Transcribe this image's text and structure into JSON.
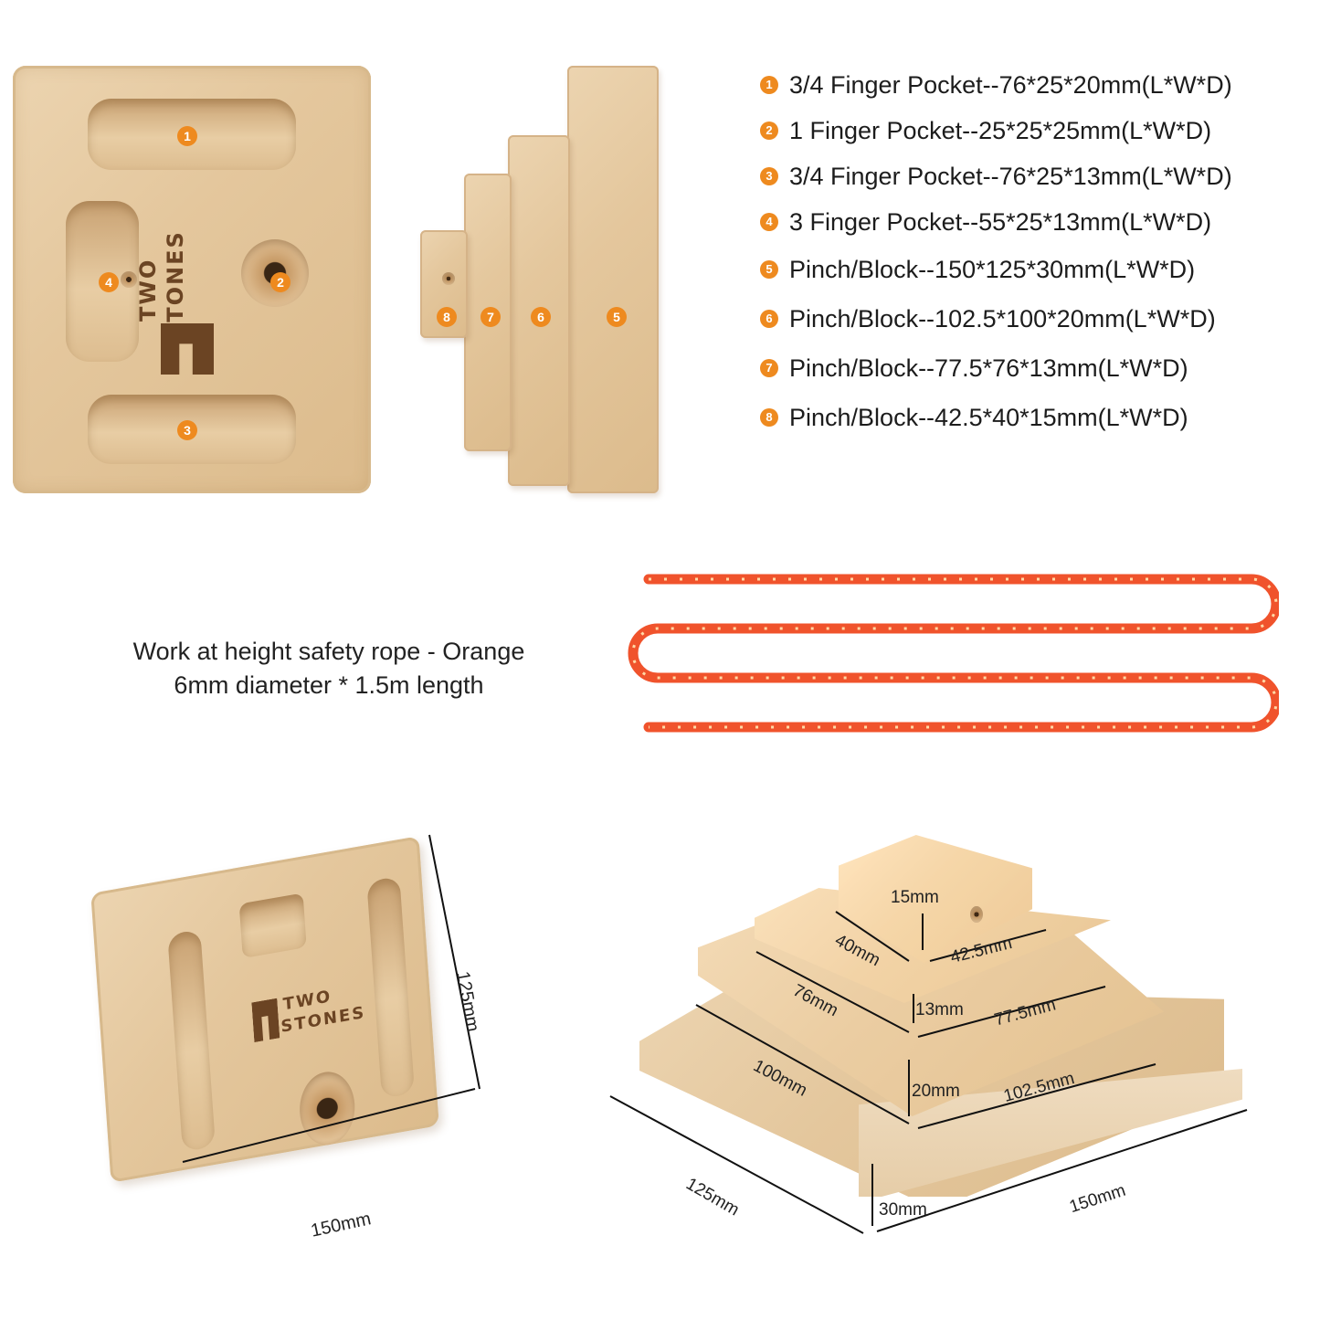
{
  "front_view": {
    "markers": [
      "1",
      "4",
      "2",
      "3"
    ],
    "brand_line1": "TWO",
    "brand_line2": "STONES"
  },
  "side_view": {
    "markers": [
      "8",
      "7",
      "6",
      "5"
    ]
  },
  "specs": [
    {
      "marker": "1",
      "text": "3/4 Finger Pocket--76*25*20mm(L*W*D)"
    },
    {
      "marker": "2",
      "text": "1 Finger Pocket--25*25*25mm(L*W*D)"
    },
    {
      "marker": "3",
      "text": "3/4 Finger Pocket--76*25*13mm(L*W*D)"
    },
    {
      "marker": "4",
      "text": "3 Finger Pocket--55*25*13mm(L*W*D)"
    },
    {
      "marker": "5",
      "text": "Pinch/Block--150*125*30mm(L*W*D)"
    },
    {
      "marker": "6",
      "text": "Pinch/Block--102.5*100*20mm(L*W*D)"
    },
    {
      "marker": "7",
      "text": "Pinch/Block--77.5*76*13mm(L*W*D)"
    },
    {
      "marker": "8",
      "text": "Pinch/Block--42.5*40*15mm(L*W*D)"
    }
  ],
  "rope": {
    "line1": "Work at height safety rope - Orange",
    "line2": "6mm diameter * 1.5m length",
    "color": "#f0532c"
  },
  "block_photo": {
    "brand_line1": "TWO",
    "brand_line2": "STONES",
    "width_label": "150mm",
    "height_label": "125mm"
  },
  "pyramid_photo": {
    "labels": {
      "top_height": "15mm",
      "top_width": "40mm",
      "top_length": "42.5mm",
      "l2_width": "76mm",
      "l2_height": "13mm",
      "l2_length": "77.5mm",
      "l3_width": "100mm",
      "l3_height": "20mm",
      "l3_length": "102.5mm",
      "base_width": "125mm",
      "base_height": "30mm",
      "base_length": "150mm"
    }
  },
  "colors": {
    "accent": "#ee8a1f",
    "wood_light": "#ecd4b0",
    "wood_dark": "#c9a273",
    "brand": "#6b4423"
  }
}
